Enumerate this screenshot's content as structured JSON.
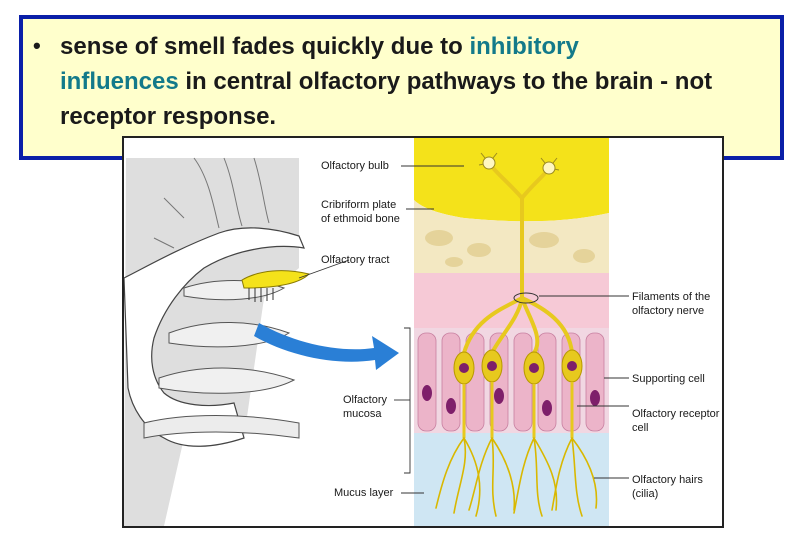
{
  "note": {
    "bullet": "•",
    "part1": "sense of smell fades quickly due to ",
    "highlight1": "inhibitory",
    "highlight2": "influences",
    "part2": " in central olfactory pathways to the brain - not receptor response."
  },
  "figure": {
    "labels": {
      "olfactory_bulb": "Olfactory bulb",
      "cribriform_1": "Cribriform plate",
      "cribriform_2": "of ethmoid bone",
      "olfactory_tract": "Olfactory tract",
      "olfactory_mucosa_1": "Olfactory",
      "olfactory_mucosa_2": "mucosa",
      "mucus_layer": "Mucus layer",
      "filaments_1": "Filaments of the",
      "filaments_2": "olfactory nerve",
      "supporting_cell": "Supporting cell",
      "receptor_cell_1": "Olfactory receptor",
      "receptor_cell_2": "cell",
      "hairs_1": "Olfactory hairs",
      "hairs_2": "(cilia)"
    },
    "colors": {
      "bulb": "#f4e21a",
      "bone": "#f3e8c2",
      "mucosa": "#f6c9d6",
      "supporting": "#ecb4c9",
      "mucus": "#cfe6f3",
      "nucleus": "#7e1f6a",
      "nerve": "#e7c91e",
      "arrow": "#2a7fd6",
      "border_blue": "#0a1fa8",
      "highlight": "#137a8a"
    }
  }
}
